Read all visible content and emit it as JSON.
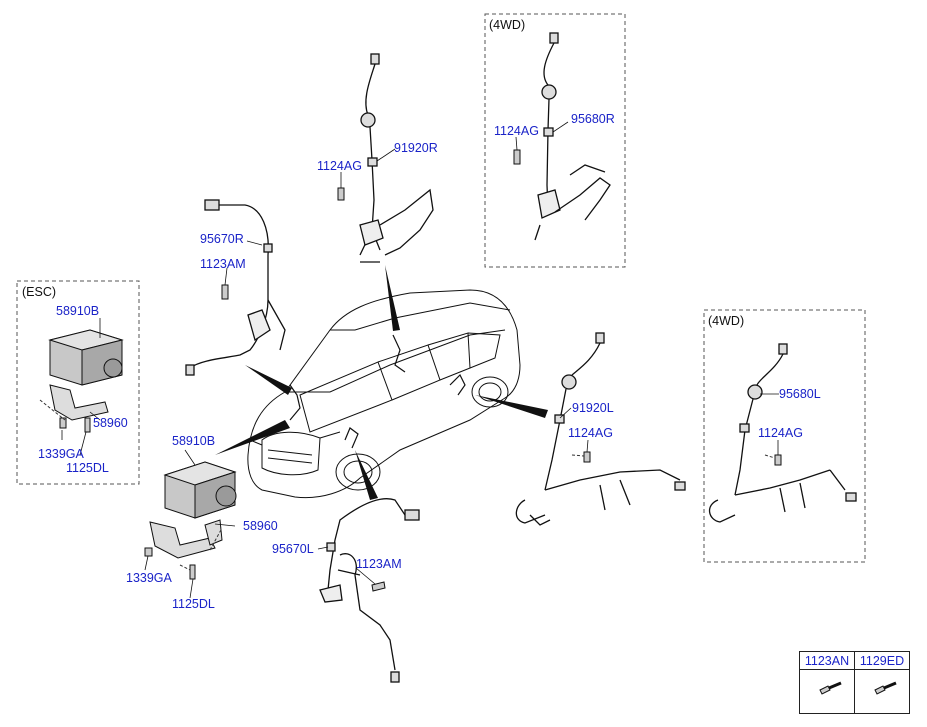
{
  "groups": {
    "esc": "(ESC)",
    "fwd_top": "(4WD)",
    "fwd_right": "(4WD)"
  },
  "labels": {
    "p58910B_esc": "58910B",
    "p58960_esc": "58960",
    "p1339GA_esc": "1339GA",
    "p1125DL_esc": "1125DL",
    "p58910B": "58910B",
    "p58960": "58960",
    "p1339GA": "1339GA",
    "p1125DL": "1125DL",
    "p95670R": "95670R",
    "p1123AM_top": "1123AM",
    "p1124AG_top": "1124AG",
    "p91920R": "91920R",
    "p1124AG_4wd": "1124AG",
    "p95680R": "95680R",
    "p91920L": "91920L",
    "p1124AG_mid": "1124AG",
    "p95670L": "95670L",
    "p1123AM_bot": "1123AM",
    "p95680L": "95680L",
    "p1124AG_right": "1124AG"
  },
  "legend": {
    "col1": "1123AN",
    "col2": "1129ED"
  },
  "colors": {
    "label": "#1a23c8",
    "line": "#111111",
    "box": "#555555"
  }
}
